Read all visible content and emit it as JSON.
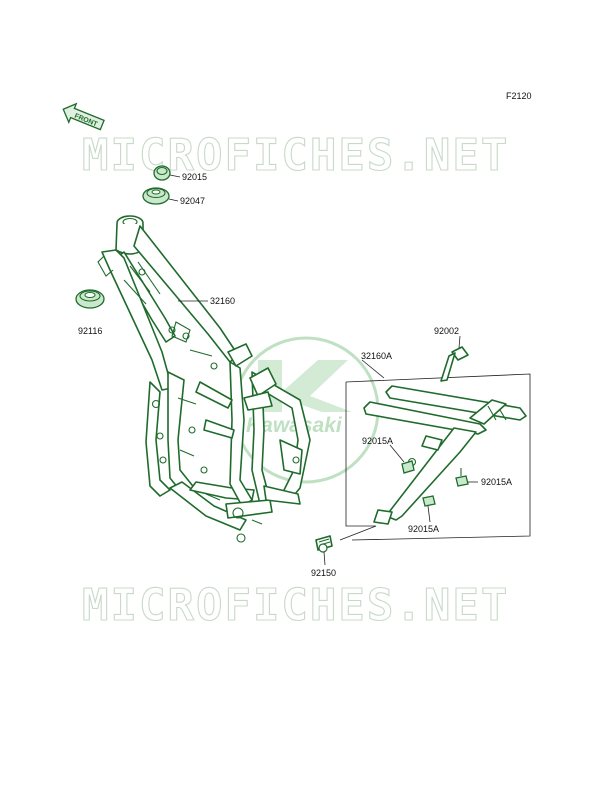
{
  "figure_code": "F2120",
  "front_label": "FRONT",
  "watermark_text": "MICROFICHES.NET",
  "logo_text": "Kawasaki",
  "parts": {
    "p92015": "92015",
    "p92047": "92047",
    "p92116": "92116",
    "p32160": "32160",
    "p92002": "92002",
    "p32160A": "32160A",
    "p92015A_1": "92015A",
    "p92015A_2": "92015A",
    "p92015A_3": "92015A",
    "p92150": "92150"
  },
  "colors": {
    "line": "#1f6b2c",
    "fill": "#c9e8cc",
    "watermark": "#c9d9c9",
    "logo": "#bfe0c2"
  }
}
